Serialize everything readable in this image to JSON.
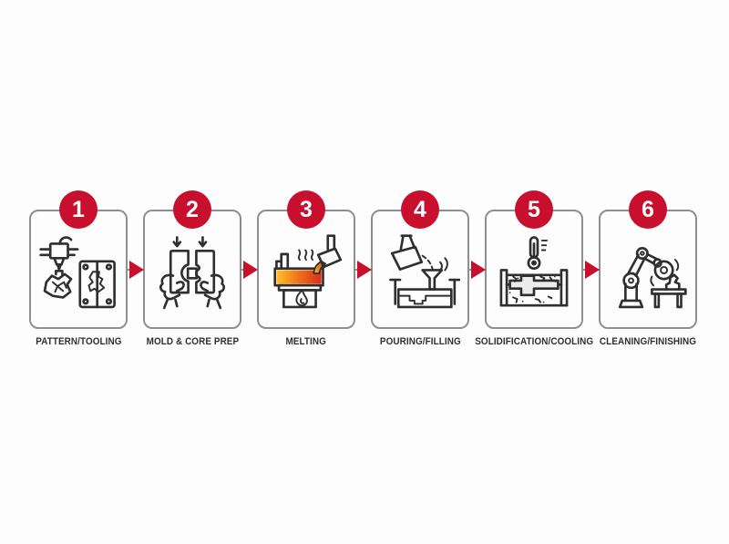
{
  "diagram": {
    "colors": {
      "accent": "#C8102E",
      "box_border": "#8F8F8F",
      "label": "#2F2F2F",
      "icon_stroke": "#2F2F2F",
      "casting_fill": "#ECECEC",
      "background": "#FDFDFD",
      "melt_start": "#FFC12B",
      "melt_mid": "#F07818",
      "melt_end": "#D5301D"
    },
    "steps": [
      {
        "number": "1",
        "label": "PATTERN/TOOLING",
        "icon": "pattern-tooling-icon"
      },
      {
        "number": "2",
        "label": "MOLD & CORE PREP",
        "icon": "mold-core-prep-icon"
      },
      {
        "number": "3",
        "label": "MELTING",
        "icon": "melting-furnace-icon"
      },
      {
        "number": "4",
        "label": "POURING/FILLING",
        "icon": "pouring-filling-icon"
      },
      {
        "number": "5",
        "label": "SOLIDIFICATION/COOLING",
        "icon": "solidification-cooling-icon"
      },
      {
        "number": "6",
        "label": "CLEANING/FINISHING",
        "icon": "cleaning-finishing-icon"
      }
    ]
  }
}
